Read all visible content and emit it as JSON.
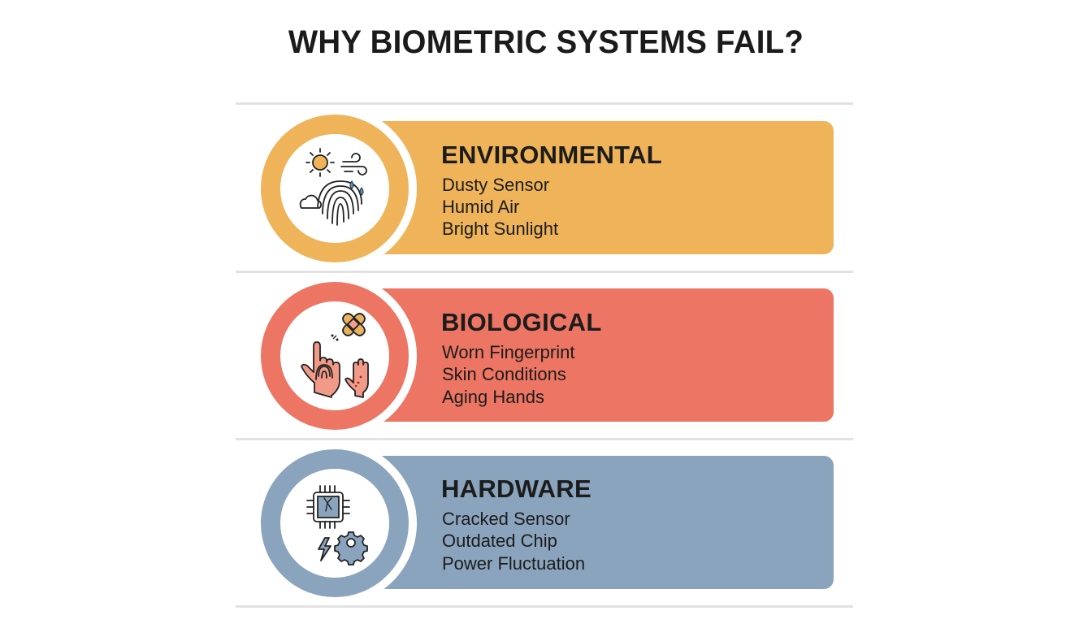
{
  "title": "WHY BIOMETRIC SYSTEMS FAIL?",
  "colors": {
    "environmental": "#efb459",
    "biological": "#ec7563",
    "hardware": "#8ba4bd",
    "divider": "#e2e2e2",
    "text": "#1c1c1c"
  },
  "categories": [
    {
      "title": "ENVIRONMENTAL",
      "icon": "sun-wind-rain-fingerprint-icon",
      "items": [
        "Dusty Sensor",
        "Humid Air",
        "Bright Sunlight"
      ]
    },
    {
      "title": "BIOLOGICAL",
      "icon": "hands-bandage-icon",
      "items": [
        "Worn Fingerprint",
        "Skin Conditions",
        "Aging Hands"
      ]
    },
    {
      "title": "HARDWARE",
      "icon": "cracked-chip-power-gear-icon",
      "items": [
        "Cracked Sensor",
        "Outdated Chip",
        "Power Fluctuation"
      ]
    }
  ]
}
